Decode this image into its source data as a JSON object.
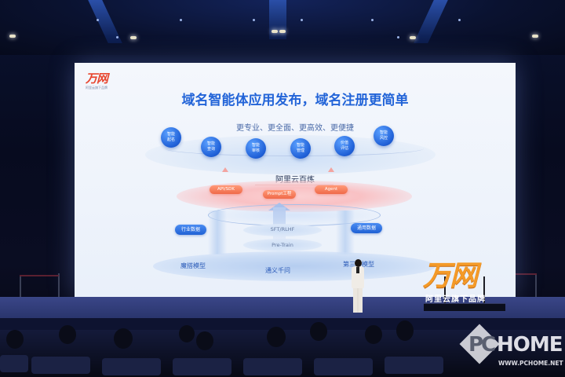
{
  "slide": {
    "logo": {
      "mark": "万网",
      "tagline": "阿里云旗下品牌"
    },
    "title": "域名智能体应用发布，域名注册更简单",
    "subtitle": "更专业、更全面、更高效、更便捷",
    "capabilities": [
      {
        "label": "智能\n起名"
      },
      {
        "label": "智能\n查询"
      },
      {
        "label": "智能\n审核"
      },
      {
        "label": "智能\n管理"
      },
      {
        "label": "价值\n评估"
      },
      {
        "label": "智能\n风控"
      }
    ],
    "platform": {
      "name": "阿里云百炼",
      "tools": [
        "API/SDK",
        "Prompt工程",
        "Agent"
      ]
    },
    "training": {
      "stages": [
        "SFT/RLHF",
        "Pre-Train"
      ],
      "data_sources": [
        "行业数据",
        "通用数据"
      ]
    },
    "models": [
      "魔搭模型",
      "通义千问",
      "第三方模型"
    ]
  },
  "stage_branding": {
    "mark": "万网",
    "tagline": "阿里云旗下品牌"
  },
  "watermark": {
    "logo_left": "PC",
    "logo_right": "HOME",
    "url": "WWW.PCHOME.NET"
  },
  "colors": {
    "title_blue": "#2264d8",
    "node_blue": "#1f5fd6",
    "pill_orange": "#f06a4a",
    "brand_orange": "#f49a28",
    "logo_red": "#e8452e"
  }
}
